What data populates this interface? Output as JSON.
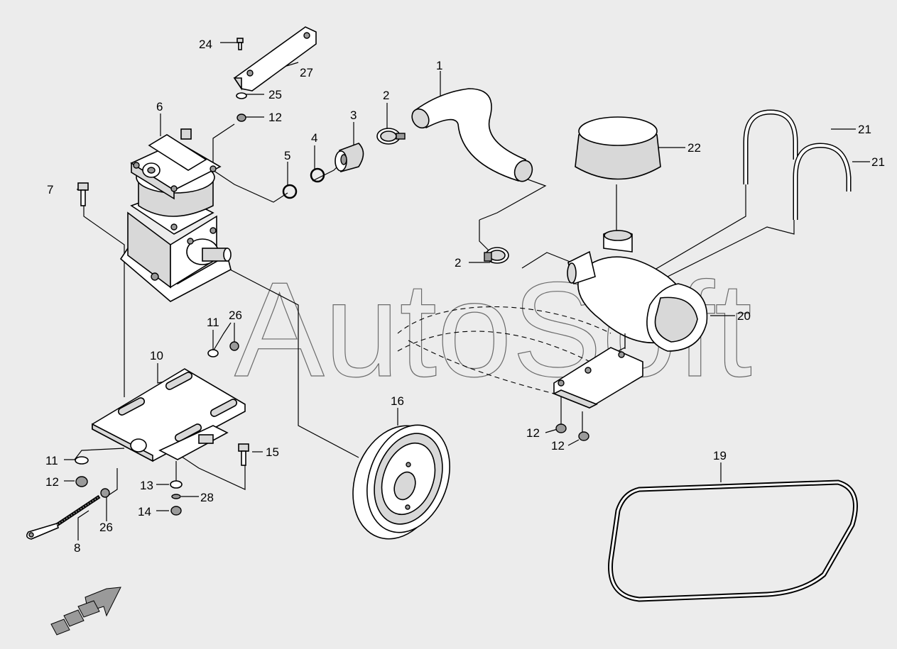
{
  "watermark": "AutoSoft",
  "callouts": [
    {
      "id": "c1",
      "text": "1"
    },
    {
      "id": "c2a",
      "text": "2"
    },
    {
      "id": "c2b",
      "text": "2"
    },
    {
      "id": "c3",
      "text": "3"
    },
    {
      "id": "c4",
      "text": "4"
    },
    {
      "id": "c5",
      "text": "5"
    },
    {
      "id": "c6",
      "text": "6"
    },
    {
      "id": "c7",
      "text": "7"
    },
    {
      "id": "c8",
      "text": "8"
    },
    {
      "id": "c10",
      "text": "10"
    },
    {
      "id": "c11a",
      "text": "11"
    },
    {
      "id": "c11b",
      "text": "11"
    },
    {
      "id": "c12a",
      "text": "12"
    },
    {
      "id": "c12b",
      "text": "12"
    },
    {
      "id": "c12c",
      "text": "12"
    },
    {
      "id": "c12d",
      "text": "12"
    },
    {
      "id": "c13",
      "text": "13"
    },
    {
      "id": "c14",
      "text": "14"
    },
    {
      "id": "c15",
      "text": "15"
    },
    {
      "id": "c16",
      "text": "16"
    },
    {
      "id": "c19",
      "text": "19"
    },
    {
      "id": "c20",
      "text": "20"
    },
    {
      "id": "c21a",
      "text": "21"
    },
    {
      "id": "c21b",
      "text": "21"
    },
    {
      "id": "c22",
      "text": "22"
    },
    {
      "id": "c24",
      "text": "24"
    },
    {
      "id": "c25",
      "text": "25"
    },
    {
      "id": "c26a",
      "text": "26"
    },
    {
      "id": "c26b",
      "text": "26"
    },
    {
      "id": "c27",
      "text": "27"
    },
    {
      "id": "c28",
      "text": "28"
    }
  ]
}
